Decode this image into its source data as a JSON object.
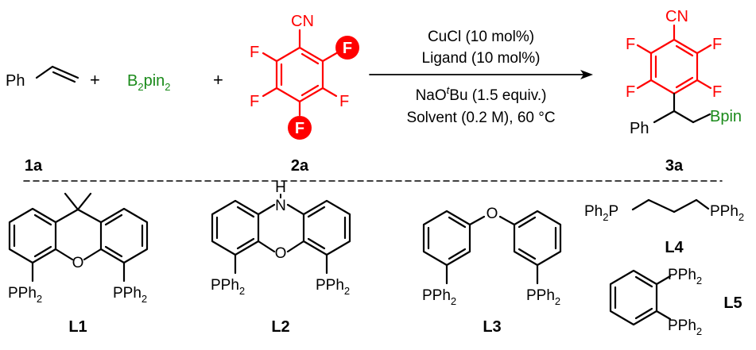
{
  "colors": {
    "black": "#000000",
    "red": "#ff0000",
    "green": "#1a8a1a",
    "white": "#ffffff"
  },
  "reactants": {
    "styrene": {
      "group": "Ph"
    },
    "plus1": "+",
    "b2pin2": {
      "B": "B",
      "sub1": "2",
      "pin": "pin",
      "sub2": "2"
    },
    "plus2": "+",
    "arene": {
      "cn": "CN",
      "f": "F",
      "label": "2a"
    }
  },
  "labels": {
    "r1": "1a",
    "r2": "2a",
    "p": "3a"
  },
  "conditions": {
    "line1": "CuCl (10 mol%)",
    "line2": "Ligand (10 mol%)",
    "line3_a": "NaO",
    "line3_sup": "t",
    "line3_b": "Bu (1.5 equiv.)",
    "line4": "Solvent (0.2 M), 60 °C"
  },
  "product": {
    "cn": "CN",
    "f": "F",
    "ph": "Ph",
    "bpin": "Bpin"
  },
  "ligands": {
    "L1": {
      "label": "L1",
      "o": "O",
      "p": "PPh",
      "sub": "2"
    },
    "L2": {
      "label": "L2",
      "nh": "H",
      "n": "N",
      "o": "O",
      "p": "PPh",
      "sub": "2"
    },
    "L3": {
      "label": "L3",
      "o": "O",
      "p": "PPh",
      "sub": "2"
    },
    "L4": {
      "label": "L4",
      "p": "Ph",
      "sub": "2",
      "pp": "P",
      "pph": "PPh"
    },
    "L5": {
      "label": "L5",
      "p": "PPh",
      "sub": "2"
    }
  }
}
